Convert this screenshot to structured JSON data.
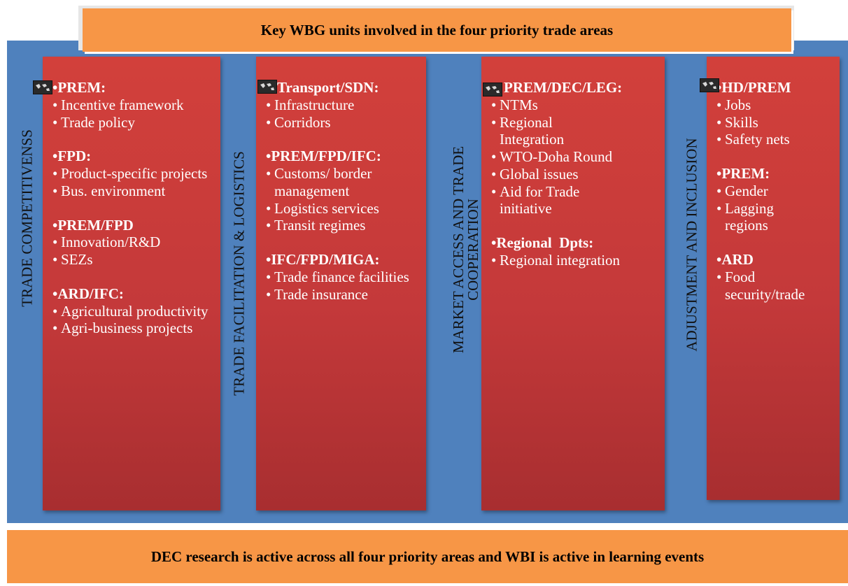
{
  "title": "Key WBG units involved in the four priority trade areas",
  "footer": "DEC research is active across all four priority areas and WBI is active in learning events",
  "bullet": "•",
  "columns": [
    {
      "label": "TRADE COMPETITIVENSS",
      "groups": [
        {
          "heading": "PREM:",
          "items": [
            "Incentive framework",
            "Trade policy"
          ]
        },
        {
          "heading": "FPD:",
          "items": [
            "Product-specific projects",
            "Bus. environment"
          ]
        },
        {
          "heading": "PREM/FPD",
          "items": [
            "Innovation/R&D",
            "SEZs"
          ]
        },
        {
          "heading": "ARD/IFC:",
          "items": [
            "Agricultural productivity",
            "Agri-business projects"
          ]
        }
      ]
    },
    {
      "label": "TRADE FACILITATION & LOGISTICS",
      "groups": [
        {
          "heading": "Transport/SDN:",
          "items": [
            "Infrastructure",
            "Corridors"
          ]
        },
        {
          "heading": "PREM/FPD/IFC:",
          "items": [
            "Customs/ border management",
            "Logistics services",
            "Transit regimes"
          ]
        },
        {
          "heading": "IFC/FPD/MIGA:",
          "items": [
            "Trade finance facilities",
            "Trade insurance"
          ]
        }
      ]
    },
    {
      "label_lines": [
        "MARKET ACCESS AND TRADE",
        "COOPERATION"
      ],
      "groups": [
        {
          "heading": "PREM/DEC/LEG:",
          "items": [
            "NTMs",
            "Regional Integration",
            "WTO-Doha Round",
            "Global issues",
            "Aid for Trade initiative"
          ]
        },
        {
          "heading": "Regional  Dpts:",
          "items": [
            "Regional integration"
          ]
        }
      ]
    },
    {
      "label": "ADJUSTMENT AND INCLUSION",
      "groups": [
        {
          "heading": "HD/PREM",
          "items": [
            "Jobs",
            "Skills",
            "Safety nets"
          ]
        },
        {
          "heading": "PREM:",
          "items": [
            "Gender",
            "Lagging regions"
          ]
        },
        {
          "heading": "ARD",
          "items": [
            "Food security/trade"
          ]
        }
      ]
    }
  ]
}
